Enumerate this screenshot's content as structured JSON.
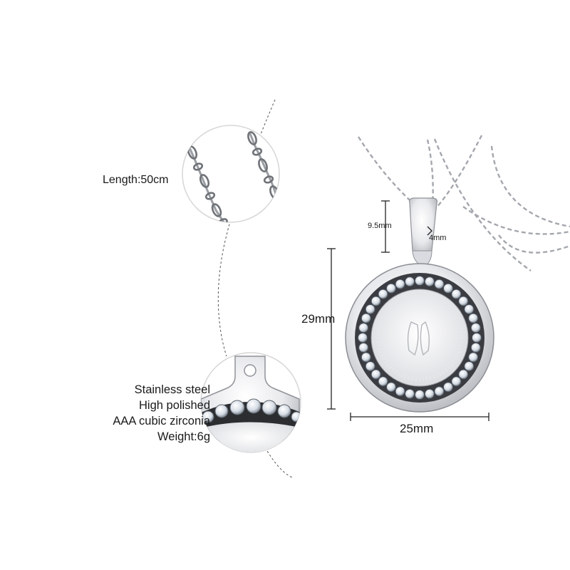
{
  "labels": {
    "length": "Length:50cm",
    "bail_height": "9.5mm",
    "bail_width": "4mm",
    "pendant_height": "29mm",
    "pendant_width": "25mm"
  },
  "specs": [
    "Stainless steel",
    "High polished",
    "AAA cubic zirconia",
    "Weight:6g"
  ],
  "colors": {
    "background": "#ffffff",
    "metal_light": "#f2f2f4",
    "metal_mid": "#c9cbd0",
    "metal_dark": "#8f9298",
    "stone": "#dfe6ee",
    "text": "#1a1a1a"
  }
}
